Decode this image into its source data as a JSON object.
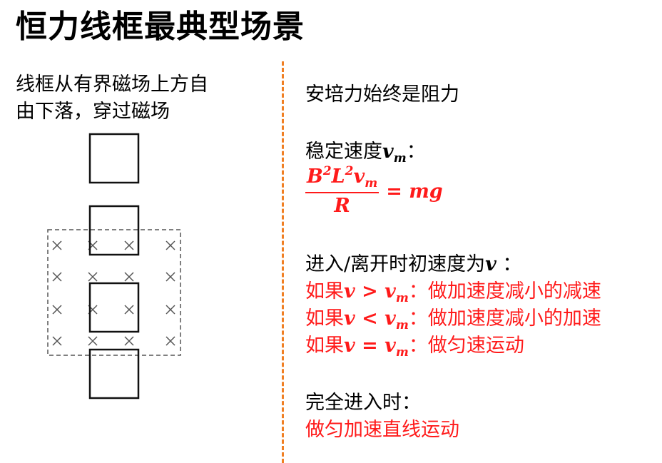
{
  "title": "恒力线框最典型场景",
  "left": {
    "description_line1": "线框从有界磁场上方自",
    "description_line2": "由下落，穿过磁场"
  },
  "right": {
    "line1": "安培力始终是阻力",
    "steady_label": "稳定速度",
    "v": "v",
    "m": "m",
    "colon": "：",
    "formula": {
      "B": "B",
      "two": "2",
      "L": "L",
      "R": "R",
      "rhs": "= mg"
    },
    "enter_label": "进入/离开时初速度为",
    "enter_colon": " ：",
    "cases": [
      {
        "prefix": "如果",
        "op": " > ",
        "result": "做加速度减小的减速"
      },
      {
        "prefix": "如果",
        "op": " < ",
        "result": "做加速度减小的加速"
      },
      {
        "prefix": "如果",
        "op": " = ",
        "result": "做匀速运动"
      }
    ],
    "full_label": "完全进入时：",
    "full_result": "做匀加速直线运动"
  },
  "colors": {
    "accent_red": "#ff1a1a",
    "divider_orange": "#f07f23",
    "field_gray": "#555555"
  }
}
